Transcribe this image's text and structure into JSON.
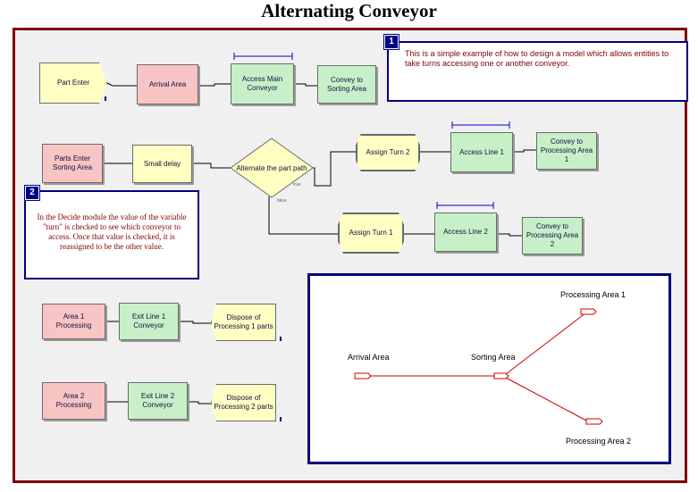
{
  "title": "Alternating Conveyor",
  "note1": {
    "number": "1",
    "text": "This is a simple example of how to design a model which allows entities to take turns accessing one or another conveyor."
  },
  "note2": {
    "number": "2",
    "text": "In the Decide module the value of the variable \"turn\" is checked to see which conveyor to access. Once that value is checked, it is reassigned to be the other value."
  },
  "modules": {
    "part_enter": "Part Enter",
    "arrival_area": "Arrival Area",
    "access_main_conveyor": "Access Main Conveyor",
    "convey_to_sorting_area": "Convey to Sorting Area",
    "parts_enter_sorting_area": "Parts Enter Sorting Area",
    "small_delay": "Small delay",
    "alternate_the_parts": "Alternate the part path",
    "assign_turn_2": "Assign Turn 2",
    "access_line_1": "Access Line 1",
    "convey_to_processing_area_1": "Convey to Processing Area 1",
    "assign_turn_1": "Assign Turn 1",
    "access_line_2": "Access Line 2",
    "convey_to_processing_area_2": "Convey to Processing Area 2",
    "area_1_processing": "Area 1 Processing",
    "exit_line_1_conveyor": "Exit Line 1 Conveyor",
    "dispose_processing_1_parts": "Dispose of Processing 1 parts",
    "area_2_processing": "Area 2 Processing",
    "exit_line_2_conveyor": "Exit Line 2 Conveyor",
    "dispose_processing_2_parts": "Dispose of Processing 2 parts"
  },
  "decide_branches": {
    "true_label": "true",
    "false_label": "false"
  },
  "animation": {
    "arrival_area": "Arrival Area",
    "sorting_area": "Sorting Area",
    "processing_area_1": "Processing Area 1",
    "processing_area_2": "Processing Area 2"
  },
  "colors": {
    "frame": "#800000",
    "note_border": "#000080",
    "animation_route": "#cc0000"
  }
}
